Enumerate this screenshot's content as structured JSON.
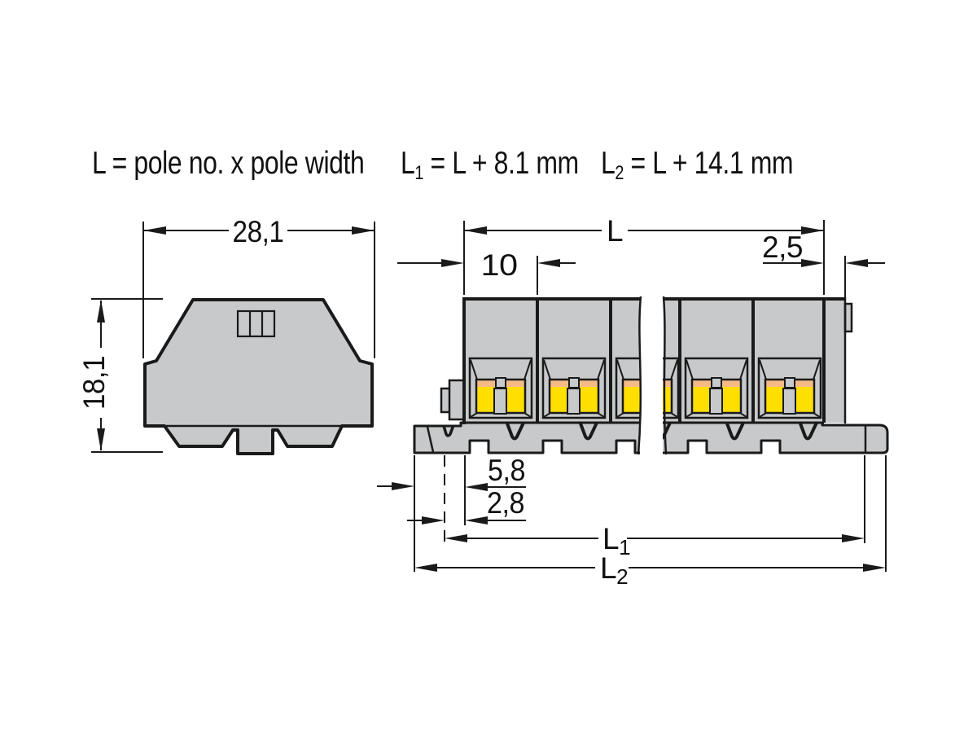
{
  "formula": {
    "l_definition": "L = pole no. x pole width",
    "l1": {
      "base": "L",
      "sub": "1",
      "rest": " = L + 8.1 mm"
    },
    "l2": {
      "base": "L",
      "sub": "2",
      "rest": " = L + 14.1 mm"
    }
  },
  "side_view": {
    "width_label": "28,1",
    "height_label": "18,1"
  },
  "front_view": {
    "length_label": "L",
    "pole_width_label": "10",
    "end_plate_label": "2,5",
    "offset_a_label": "5,8",
    "offset_b_label": "2,8",
    "l1": {
      "base": "L",
      "sub": "1"
    },
    "l2": {
      "base": "L",
      "sub": "2"
    }
  },
  "colors": {
    "housing": "#c8c9ca",
    "clamp_orange": "#f4bb87",
    "clamp_yellow": "#ffdf00",
    "line": "#1a1a1a"
  }
}
